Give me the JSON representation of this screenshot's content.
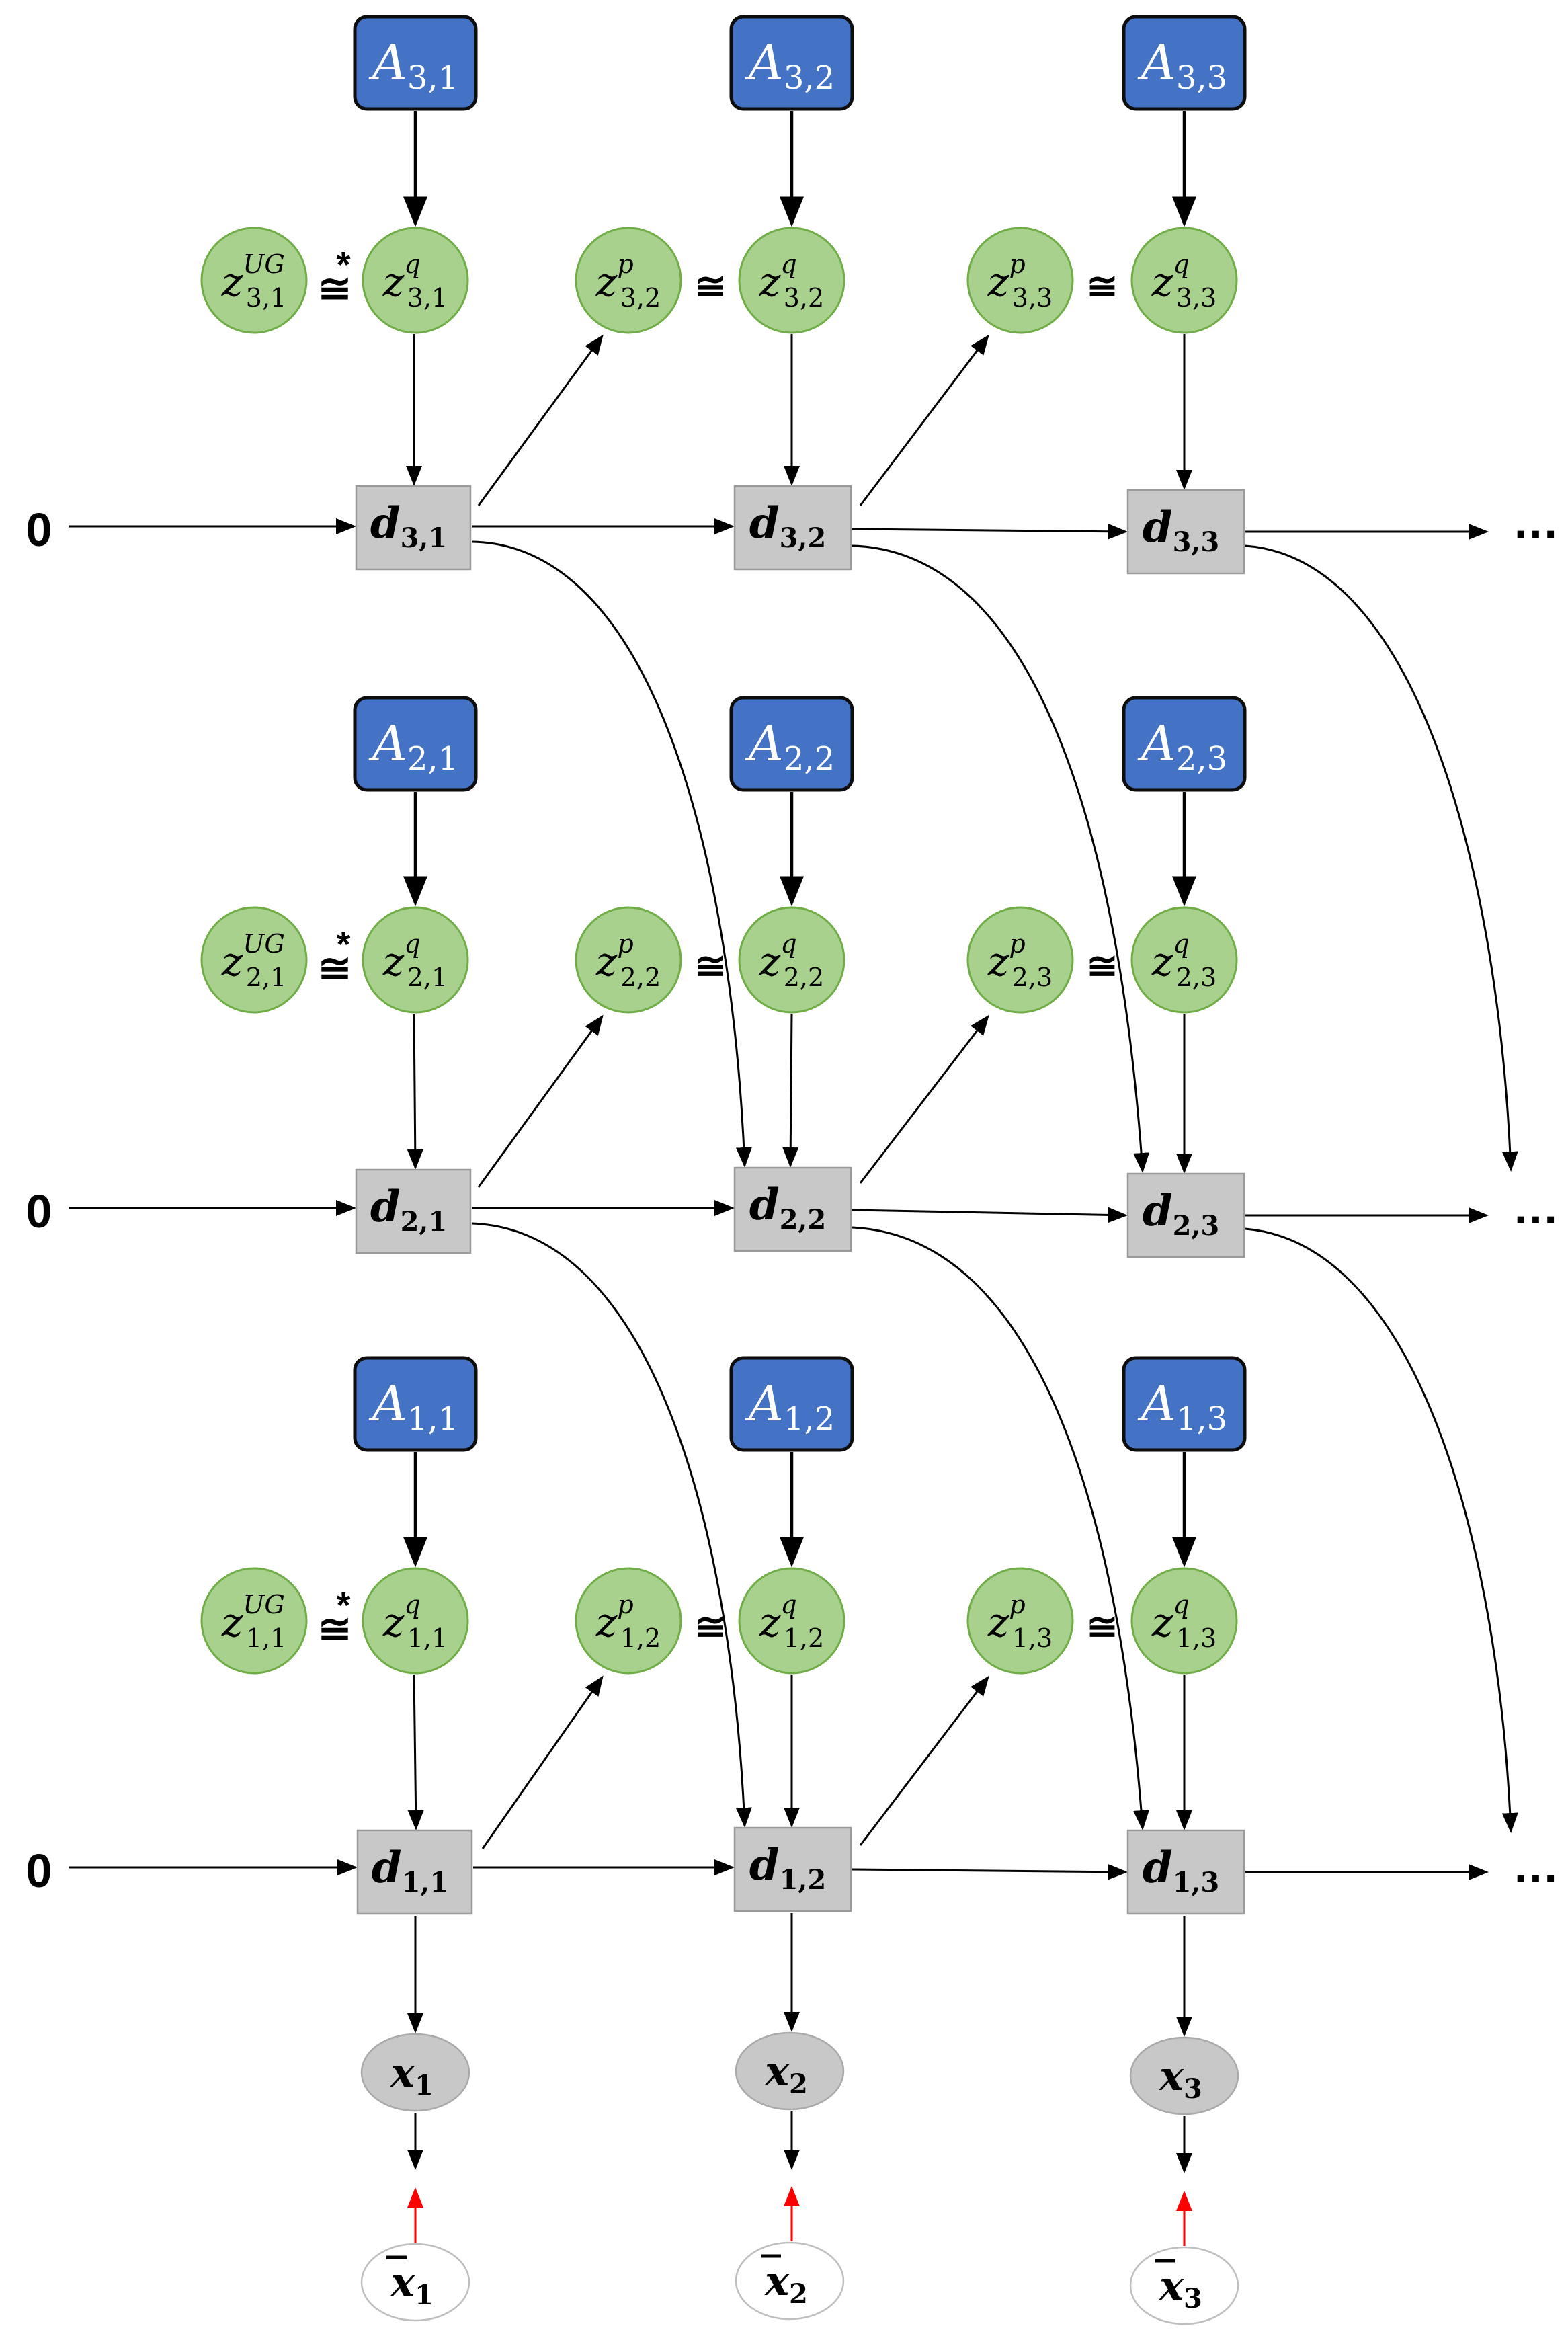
{
  "labels": {
    "A": {
      "r3c1": {
        "base": "A",
        "sub": "3,1"
      },
      "r3c2": {
        "base": "A",
        "sub": "3,2"
      },
      "r3c3": {
        "base": "A",
        "sub": "3,3"
      },
      "r2c1": {
        "base": "A",
        "sub": "2,1"
      },
      "r2c2": {
        "base": "A",
        "sub": "2,2"
      },
      "r2c3": {
        "base": "A",
        "sub": "2,3"
      },
      "r1c1": {
        "base": "A",
        "sub": "1,1"
      },
      "r1c2": {
        "base": "A",
        "sub": "1,2"
      },
      "r1c3": {
        "base": "A",
        "sub": "1,3"
      }
    },
    "zq": {
      "r3c1": {
        "base": "z",
        "sup": "q",
        "sub": "3,1"
      },
      "r3c2": {
        "base": "z",
        "sup": "q",
        "sub": "3,2"
      },
      "r3c3": {
        "base": "z",
        "sup": "q",
        "sub": "3,3"
      },
      "r2c1": {
        "base": "z",
        "sup": "q",
        "sub": "2,1"
      },
      "r2c2": {
        "base": "z",
        "sup": "q",
        "sub": "2,2"
      },
      "r2c3": {
        "base": "z",
        "sup": "q",
        "sub": "2,3"
      },
      "r1c1": {
        "base": "z",
        "sup": "q",
        "sub": "1,1"
      },
      "r1c2": {
        "base": "z",
        "sup": "q",
        "sub": "1,2"
      },
      "r1c3": {
        "base": "z",
        "sup": "q",
        "sub": "1,3"
      }
    },
    "zug": {
      "r3": {
        "base": "z",
        "sup": "UG",
        "sub": "3,1"
      },
      "r2": {
        "base": "z",
        "sup": "UG",
        "sub": "2,1"
      },
      "r1": {
        "base": "z",
        "sup": "UG",
        "sub": "1,1"
      }
    },
    "zp": {
      "r3c2": {
        "base": "z",
        "sup": "p",
        "sub": "3,2"
      },
      "r3c3": {
        "base": "z",
        "sup": "p",
        "sub": "3,3"
      },
      "r2c2": {
        "base": "z",
        "sup": "p",
        "sub": "2,2"
      },
      "r2c3": {
        "base": "z",
        "sup": "p",
        "sub": "2,3"
      },
      "r1c2": {
        "base": "z",
        "sup": "p",
        "sub": "1,2"
      },
      "r1c3": {
        "base": "z",
        "sup": "p",
        "sub": "1,3"
      }
    },
    "d": {
      "r3c1": {
        "base": "d",
        "sub": "3,1"
      },
      "r3c2": {
        "base": "d",
        "sub": "3,2"
      },
      "r3c3": {
        "base": "d",
        "sub": "3,3"
      },
      "r2c1": {
        "base": "d",
        "sub": "2,1"
      },
      "r2c2": {
        "base": "d",
        "sub": "2,2"
      },
      "r2c3": {
        "base": "d",
        "sub": "2,3"
      },
      "r1c1": {
        "base": "d",
        "sub": "1,1"
      },
      "r1c2": {
        "base": "d",
        "sub": "1,2"
      },
      "r1c3": {
        "base": "d",
        "sub": "1,3"
      }
    },
    "x": {
      "c1": {
        "base": "x",
        "sub": "1"
      },
      "c2": {
        "base": "x",
        "sub": "2"
      },
      "c3": {
        "base": "x",
        "sub": "3"
      }
    },
    "xbar": {
      "c1": {
        "base": "x",
        "sub": "1"
      },
      "c2": {
        "base": "x",
        "sub": "2"
      },
      "c3": {
        "base": "x",
        "sub": "3"
      }
    },
    "approx": "≅",
    "approx_star": "≅",
    "star": "*",
    "zero": "0",
    "ellipsis": "…"
  },
  "colors": {
    "box_blue": "#4472c4",
    "node_green": "#a9d18e",
    "node_green_border": "#70ad47",
    "deterministic_gray": "#c8c8c8",
    "observed_arrow_red": "#ff0000"
  }
}
